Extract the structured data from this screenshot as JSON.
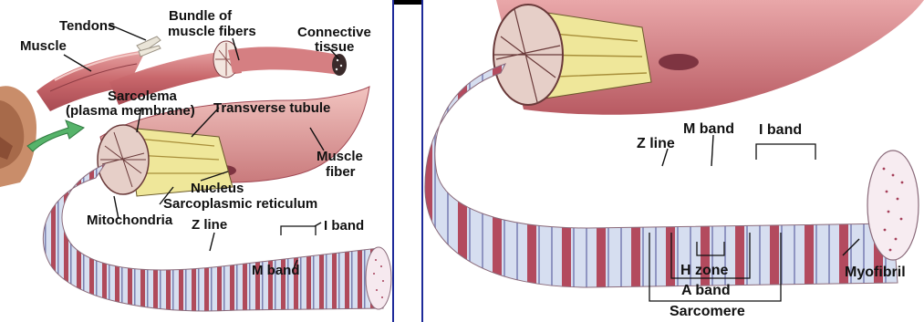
{
  "left_panel": {
    "labels": {
      "tendons": "Tendons",
      "bundle_line1": "Bundle of",
      "bundle_line2": "muscle fibers",
      "connective_line1": "Connective",
      "connective_line2": "tissue",
      "muscle": "Muscle",
      "sarcolema_line1": "Sarcolema",
      "sarcolema_line2": "(plasma membrane)",
      "transverse_tubule": "Transverse tubule",
      "muscle_fiber_line1": "Muscle",
      "muscle_fiber_line2": "fiber",
      "nucleus": "Nucleus",
      "sarcoplasmic_reticulum": "Sarcoplasmic reticulum",
      "mitochondria": "Mitochondria",
      "z_line": "Z line",
      "i_band": "I band",
      "m_band": "M band"
    }
  },
  "right_panel": {
    "labels": {
      "z_line": "Z line",
      "m_band": "M band",
      "i_band": "I band",
      "h_zone": "H zone",
      "a_band": "A band",
      "sarcomere": "Sarcomere",
      "myofibril": "Myofibril"
    }
  },
  "colors": {
    "muscle_red": "#c9686c",
    "fiber_pink": "#e8b6b2",
    "myofibril_stripe": "#8a2a3a",
    "myofibril_light": "#cfd9ec",
    "sarcoplasm_yellow": "#efe79a",
    "frame_blue": "#1e2a9a"
  }
}
